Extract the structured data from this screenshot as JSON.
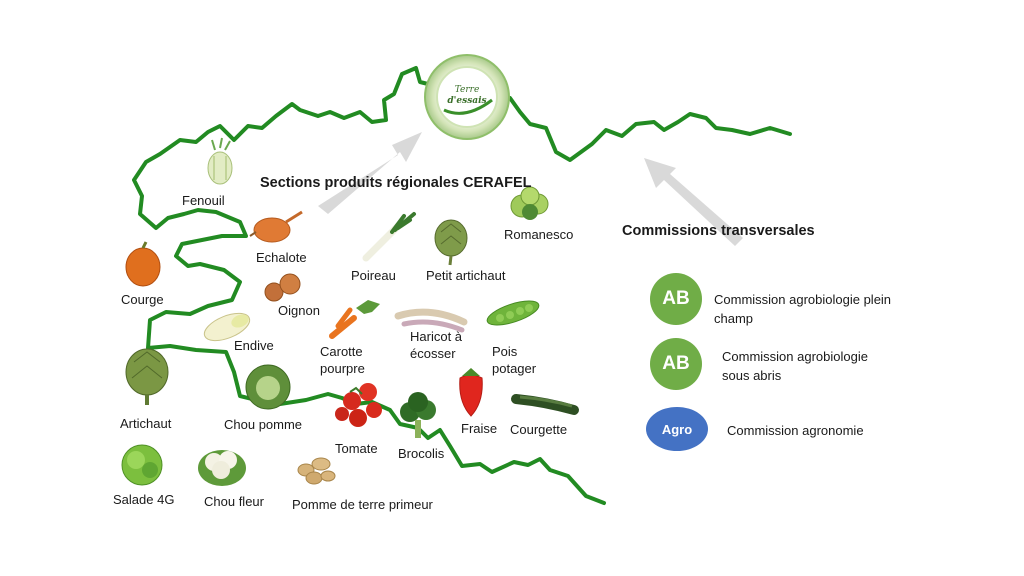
{
  "logo": {
    "line1": "Terre",
    "line2": "d'essais"
  },
  "titles": {
    "sections": "Sections produits régionales CERAFEL",
    "commissions": "Commissions transversales"
  },
  "produce": [
    {
      "id": "fenouil",
      "label": "Fenouil",
      "icon": "fennel-icon"
    },
    {
      "id": "echalote",
      "label": "Echalote",
      "icon": "shallot-icon"
    },
    {
      "id": "courge",
      "label": "Courge",
      "icon": "squash-icon"
    },
    {
      "id": "oignon",
      "label": "Oignon",
      "icon": "onion-icon"
    },
    {
      "id": "endive",
      "label": "Endive",
      "icon": "endive-icon"
    },
    {
      "id": "poireau",
      "label": "Poireau",
      "icon": "leek-icon"
    },
    {
      "id": "petit-artichaut",
      "label": "Petit artichaut",
      "icon": "small-artichoke-icon"
    },
    {
      "id": "romanesco",
      "label": "Romanesco",
      "icon": "romanesco-icon"
    },
    {
      "id": "carotte-pourpre",
      "label": "Carotte pourpre",
      "icon": "carrot-icon"
    },
    {
      "id": "haricot",
      "label": "Haricot à écosser",
      "icon": "bean-icon"
    },
    {
      "id": "pois",
      "label": "Pois potager",
      "icon": "pea-icon"
    },
    {
      "id": "artichaut",
      "label": "Artichaut",
      "icon": "artichoke-icon"
    },
    {
      "id": "chou-pomme",
      "label": "Chou pomme",
      "icon": "cabbage-icon"
    },
    {
      "id": "tomate",
      "label": "Tomate",
      "icon": "tomato-icon"
    },
    {
      "id": "brocolis",
      "label": "Brocolis",
      "icon": "broccoli-icon"
    },
    {
      "id": "fraise",
      "label": "Fraise",
      "icon": "strawberry-icon"
    },
    {
      "id": "courgette",
      "label": "Courgette",
      "icon": "zucchini-icon"
    },
    {
      "id": "salade",
      "label": "Salade 4G",
      "icon": "lettuce-icon"
    },
    {
      "id": "chou-fleur",
      "label": "Chou fleur",
      "icon": "cauliflower-icon"
    },
    {
      "id": "pomme-de-terre",
      "label": "Pomme de terre primeur",
      "icon": "potato-icon"
    }
  ],
  "commissions": [
    {
      "badge": "AB",
      "label": "Commission agrobiologie plein champ",
      "color": "#70ad47"
    },
    {
      "badge": "AB",
      "label": "Commission agrobiologie sous abris",
      "color": "#70ad47"
    },
    {
      "badge": "Agro",
      "label": "Commission agronomie",
      "color": "#4472c4"
    }
  ],
  "colors": {
    "coast": "#228b22",
    "arrow": "#d9d9d9"
  }
}
